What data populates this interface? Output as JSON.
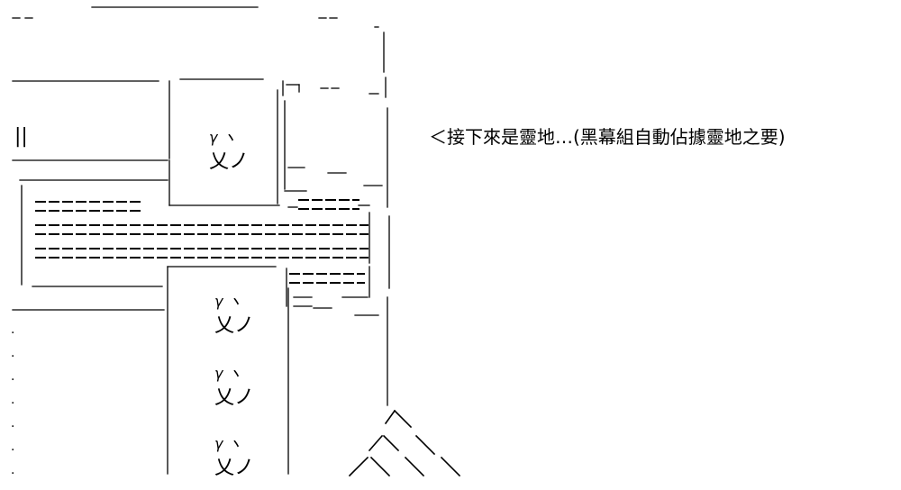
{
  "caption": "＜接下來是靈地…(黑幕組自動佔據靈地之要)",
  "tiles": [
    {
      "top": "γ ヽ",
      "bottom": "乂ノ"
    },
    {
      "top": "γ ヽ",
      "bottom": "乂ノ"
    },
    {
      "top": "γ ヽ",
      "bottom": "乂ノ"
    },
    {
      "top": "γ ヽ",
      "bottom": "乂ノ"
    }
  ],
  "marks": {
    "double_bar": "||",
    "dot": "."
  }
}
